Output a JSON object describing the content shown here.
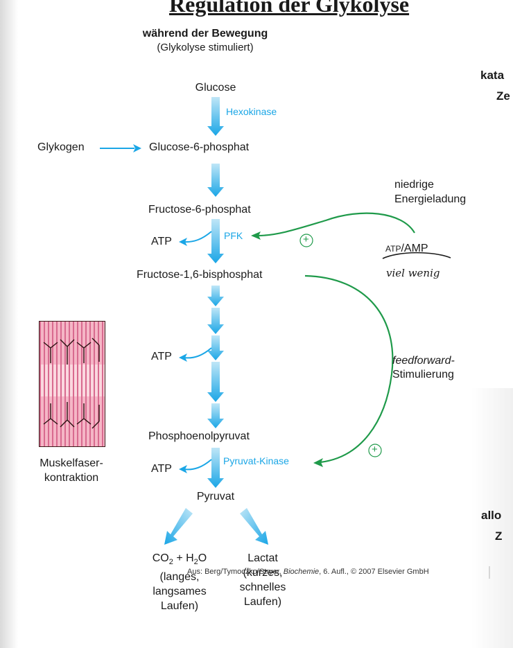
{
  "title": "Regulation der Glykolyse",
  "header": {
    "line1": "während der Bewegung",
    "line2": "(Glykolyse stimuliert)"
  },
  "metabolites": {
    "glucose": "Glucose",
    "g6p": "Glucose-6-phosphat",
    "glykogen": "Glykogen",
    "f6p": "Fructose-6-phosphat",
    "f16bp": "Fructose-1,6-bisphosphat",
    "pep": "Phosphoenolpyruvat",
    "pyruvat": "Pyruvat"
  },
  "enzymes": {
    "hexokinase": "Hexokinase",
    "pfk": "PFK",
    "pyruvatkinase": "Pyruvat-Kinase"
  },
  "atp": [
    "ATP",
    "ATP",
    "ATP"
  ],
  "regulation": {
    "energy_line1": "niedrige",
    "energy_line2": "Energieladung",
    "atp_small": "ATP",
    "ratio_rest": "/AMP",
    "handwriting": "viel wenig",
    "feedforward_italic": "feedforward-",
    "feedforward_rest": "Stimulierung",
    "plus": "+"
  },
  "products": {
    "co2_line1": "CO",
    "co2_sub1": "2",
    "co2_mid": " + H",
    "co2_sub2": "2",
    "co2_end": "O",
    "co2_line2": "(langes,",
    "co2_line3": "langsames",
    "co2_line4": "Laufen)",
    "lactat_line1": "Lactat",
    "lactat_line2": "(kurzes,",
    "lactat_line3": "schnelles",
    "lactat_line4": "Laufen)"
  },
  "muscle": {
    "line1": "Muskelfaser-",
    "line2": "kontraktion"
  },
  "side_text": {
    "kata": "kata",
    "ze": "Ze",
    "allo": "allo",
    "z": "Z"
  },
  "credit": {
    "prefix": "Aus: Berg/Tymoczko/Stryer, ",
    "book": "Biochemie",
    "suffix": ", 6. Aufl., © 2007 Elsevier GmbH"
  },
  "colors": {
    "blue_arrow": "#1aa6e6",
    "green_arrow": "#1f9a4a",
    "enzyme_text": "#1aa6e6"
  }
}
